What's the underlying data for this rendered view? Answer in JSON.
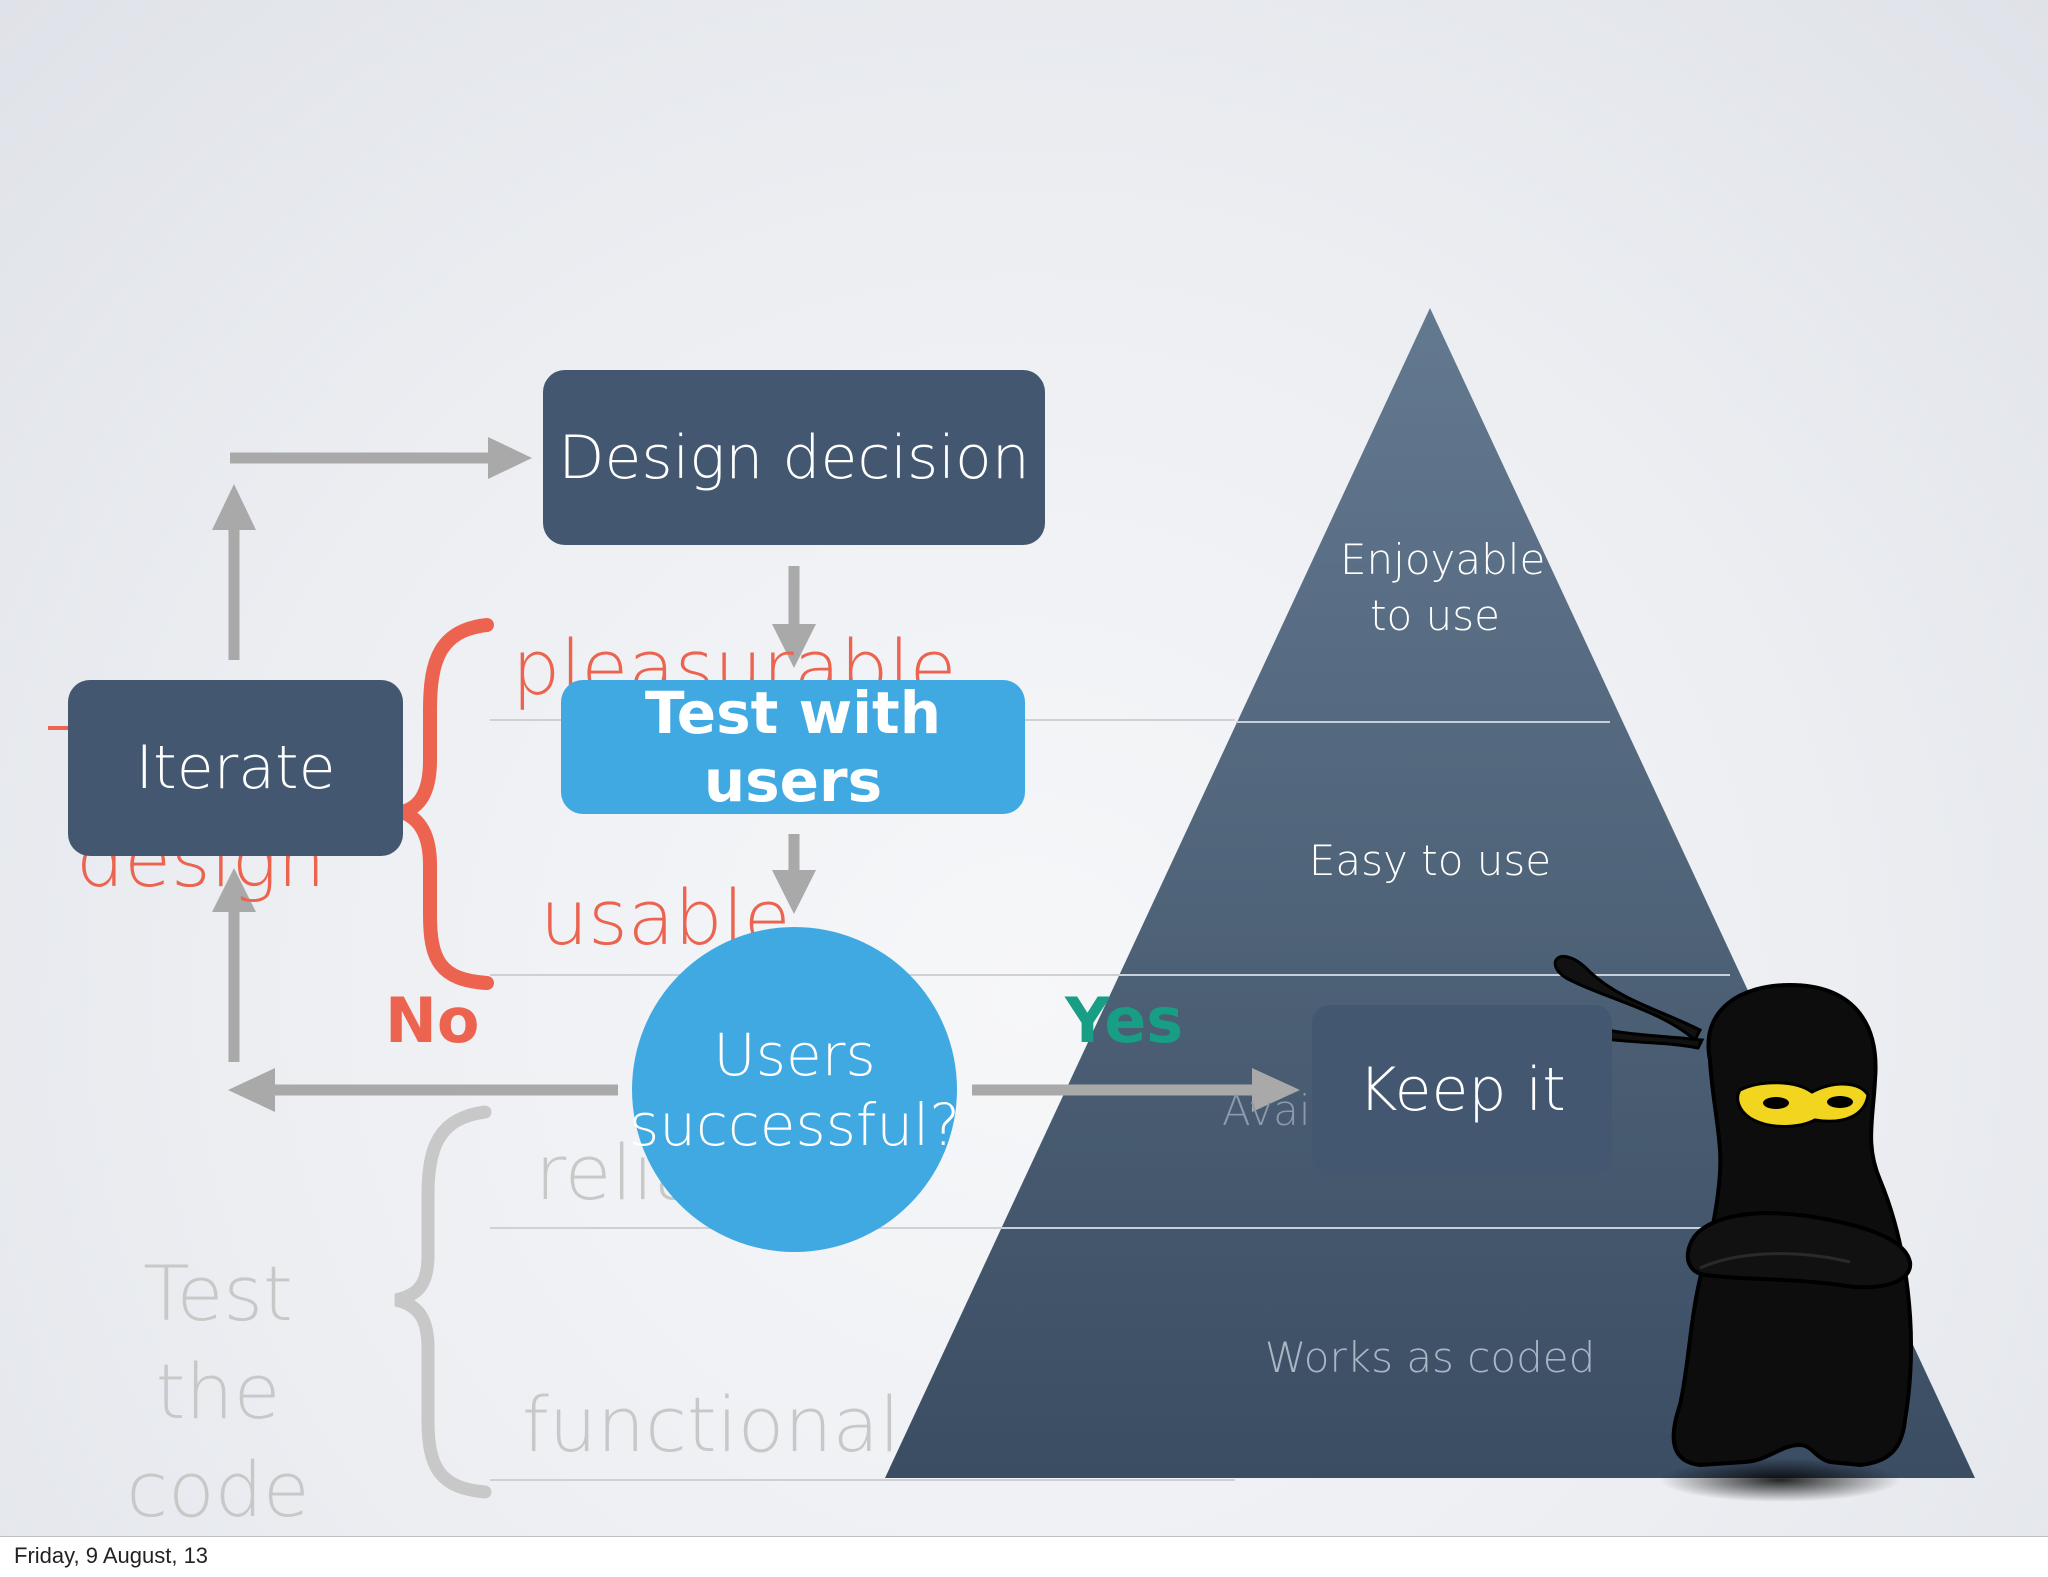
{
  "diagram": {
    "flow": {
      "design_decision": "Design decision",
      "test_with_users": "Test with users",
      "users_successful": "Users successful?",
      "iterate": "Iterate",
      "keep_it": "Keep it",
      "no_label": "No",
      "yes_label": "Yes"
    },
    "pyramid": {
      "levels": [
        "Enjoyable to use",
        "Easy to use",
        "Works as coded"
      ],
      "partial_label": "Avail"
    },
    "background_words": {
      "pleasurable": "pleasurable",
      "usable": "usable",
      "reliable_partial": "relia",
      "functional": "functional",
      "test_the_code": "Test the code",
      "design_partial": "design"
    },
    "colors": {
      "box_dark": "#435870",
      "box_blue": "#41a9e2",
      "accent_red": "#ec6450",
      "accent_green": "#179e85",
      "faded_gray": "#c8c8c8",
      "pyramid_top": "#5f7791",
      "pyramid_bottom": "#3b4d63"
    }
  },
  "footer": {
    "date": "Friday, 9 August, 13"
  }
}
